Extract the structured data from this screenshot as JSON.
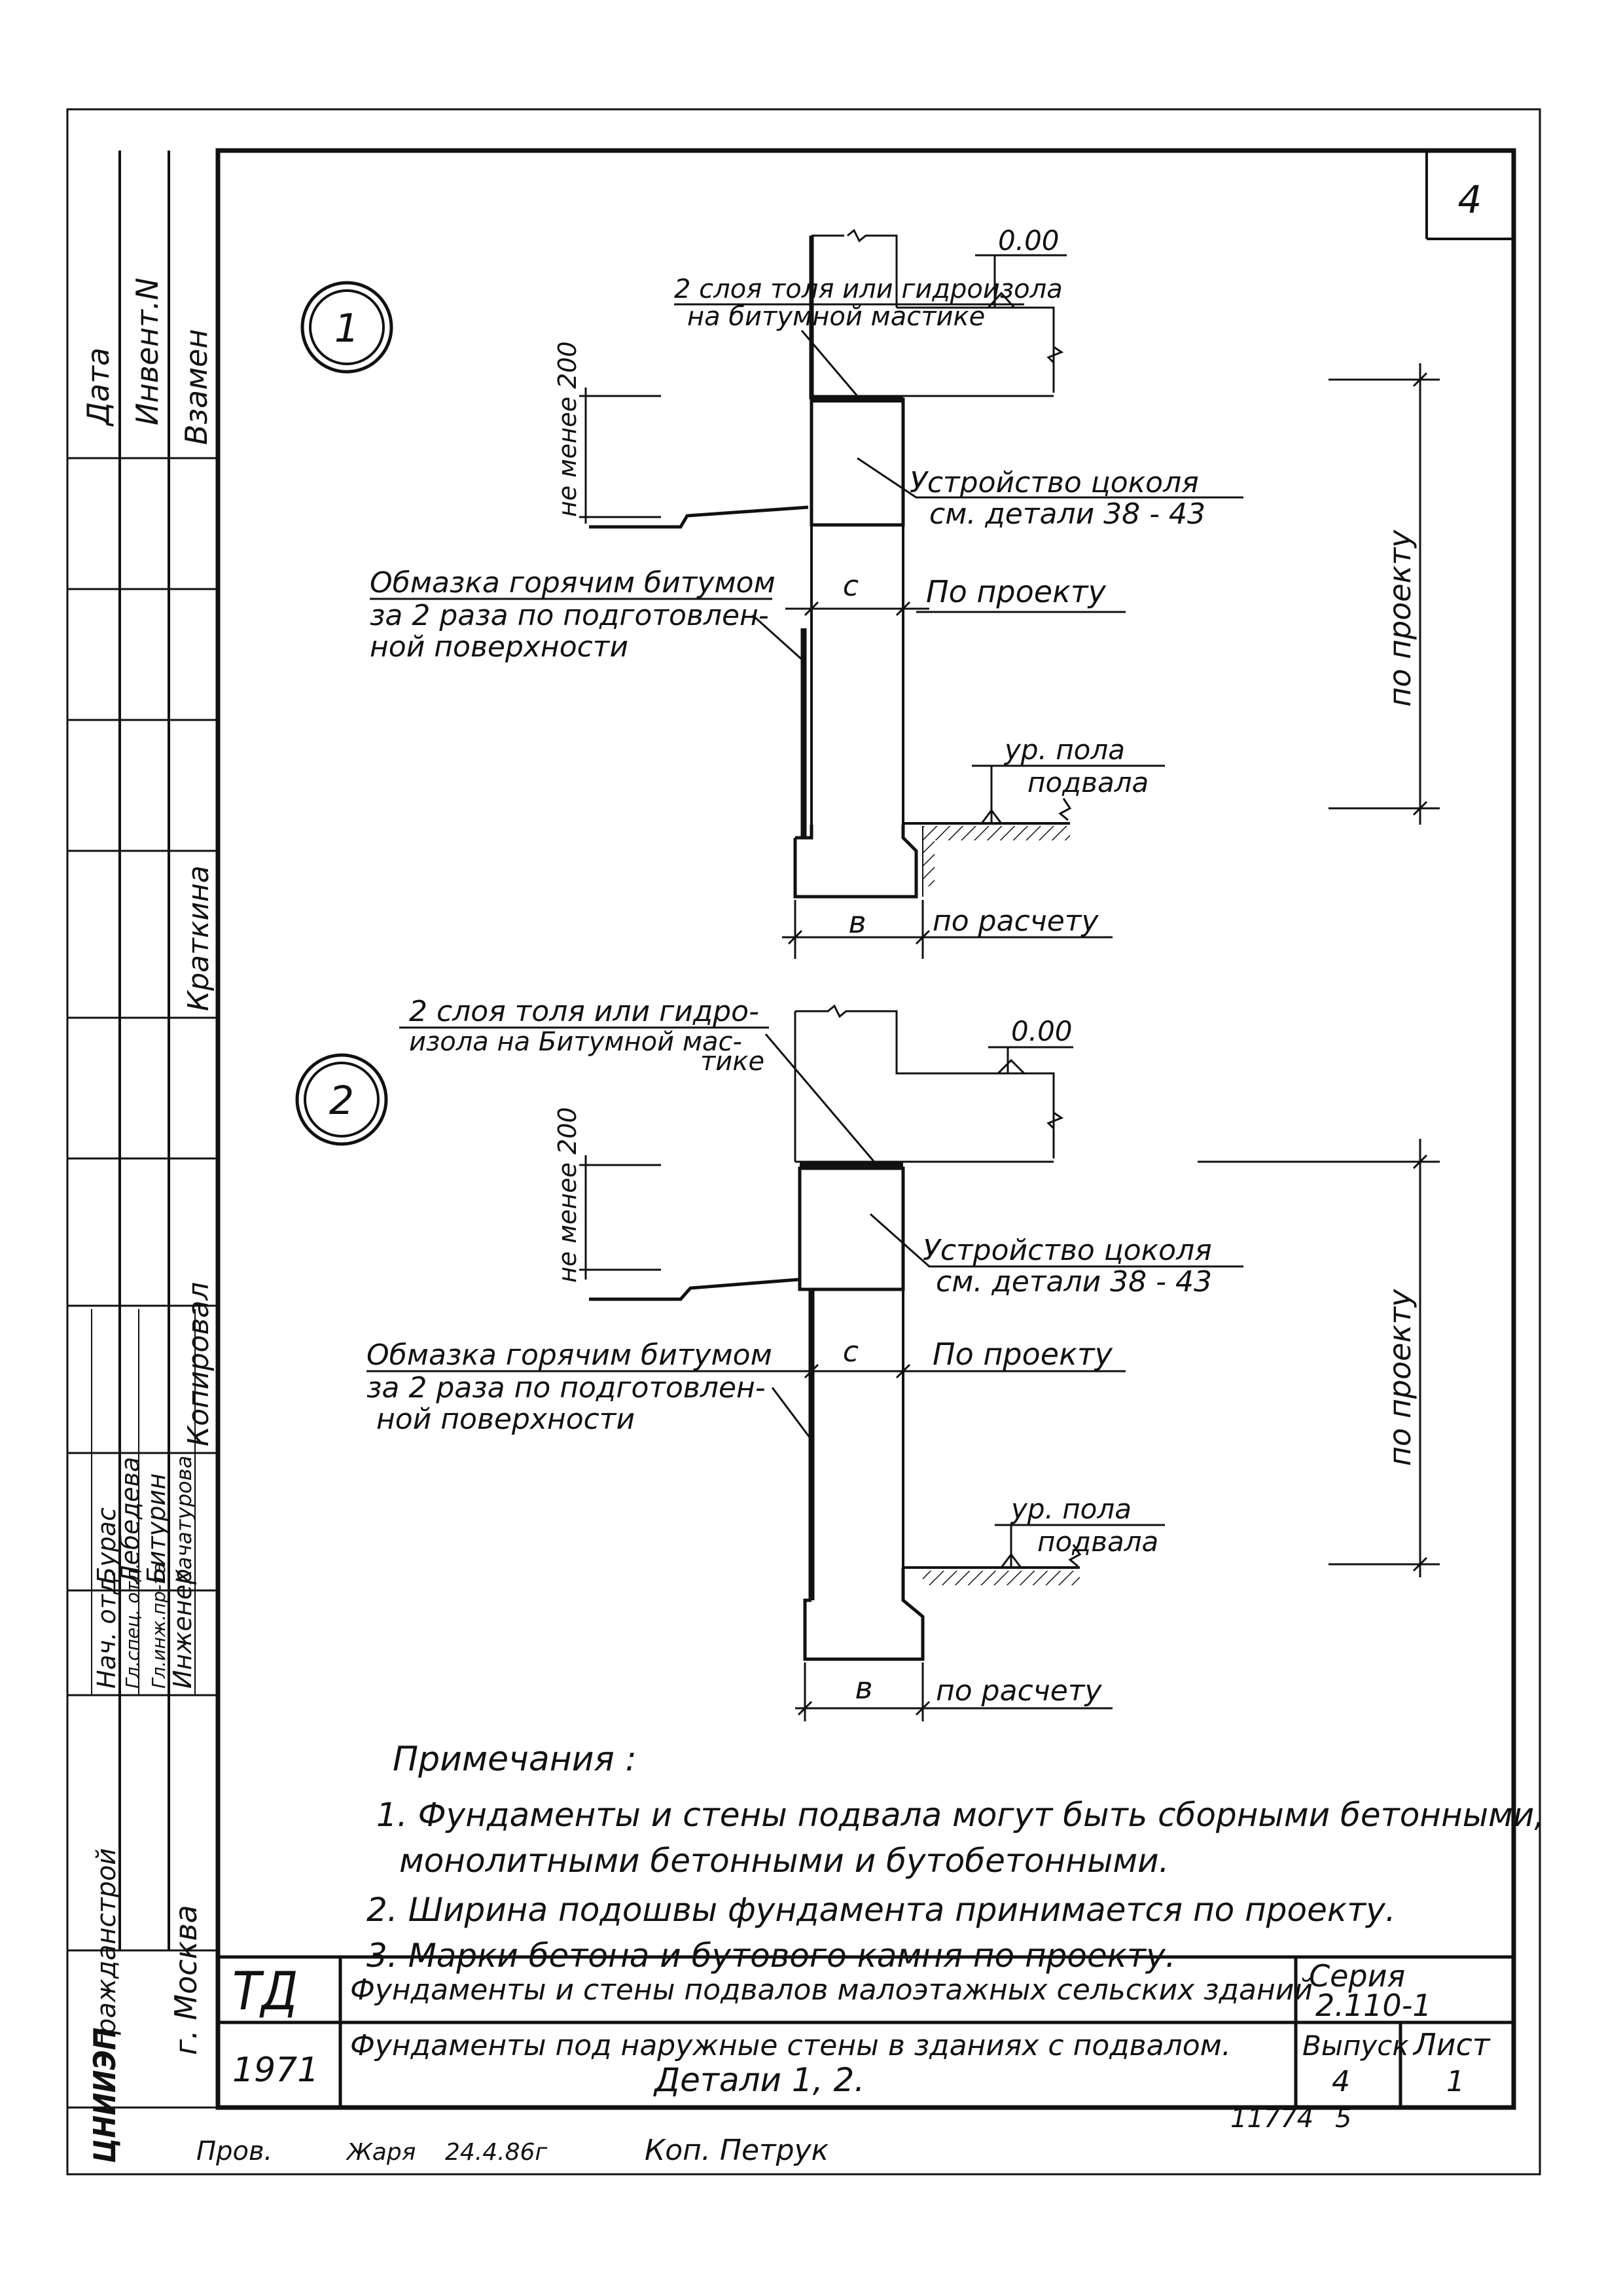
{
  "sheet_number": "4",
  "left_strip": {
    "headers": [
      "Дата",
      "Инвент.N",
      "Взамен"
    ],
    "name_kratkina": "Краткина",
    "label_copied": "Копировал",
    "roles": [
      "Нач. отд.",
      "Гл.спец. отд.",
      "Гл.инж.пр-та",
      "Инженер"
    ],
    "names": [
      "Бурас",
      "Лебедева",
      "Битурин",
      "Хачатурова"
    ],
    "organization": "ЦНИИЭП",
    "organization_tail": "гражданстрой",
    "city": "г. Москва"
  },
  "detail1": {
    "number": "1",
    "label_layers": [
      "2 слоя толя или гидроизола",
      "на битумной мастике"
    ],
    "elevation": "0.00",
    "label_min": "не менее 200",
    "label_plinth": [
      "Устройство цоколя",
      "см. детали 38 - 43"
    ],
    "label_coating": [
      "Обмазка горячим битумом",
      "за 2 раза по подготовлен-",
      "ной поверхности"
    ],
    "dim_c": "с",
    "label_by_project": "По проекту",
    "label_floor": [
      "ур. пола",
      "подвала"
    ],
    "dim_b": "в",
    "label_by_calc": "по расчету",
    "label_vertical": "по проекту"
  },
  "detail2": {
    "number": "2",
    "label_layers": [
      "2 слоя толя или гидро-",
      "изола на Битумной мас-",
      "тике"
    ],
    "elevation": "0.00",
    "label_min": "не менее 200",
    "label_plinth": [
      "Устройство цоколя",
      "см. детали 38 - 43"
    ],
    "label_coating": [
      "Обмазка горячим битумом",
      "за 2 раза по подготовлен-",
      "ной поверхности"
    ],
    "dim_c": "с",
    "label_by_project": "По проекту",
    "label_floor": [
      "ур. пола",
      "подвала"
    ],
    "dim_b": "в",
    "label_by_calc": "по расчету",
    "label_vertical": "по проекту"
  },
  "notes": {
    "title": "Примечания :",
    "items": [
      "1. Фундаменты и стены подвала могут быть сборными бетонными,",
      "монолитными бетонными и бутобетонными.",
      "2. Ширина подошвы фундамента принимается по проекту.",
      "3. Марки бетона и бутового камня по проекту."
    ]
  },
  "title_block": {
    "code": "ТД",
    "year": "1971",
    "title1": "Фундаменты и стены подвалов малоэтажных сельских зданий",
    "title2_line1": "Фундаменты под наружные стены в зданиях с подвалом.",
    "title2_line2": "Детали 1, 2.",
    "series_label": "Серия",
    "series_value": "2.110-1",
    "issue_label": "Выпуск",
    "issue_value": "4",
    "sheet_label": "Лист",
    "sheet_value": "1"
  },
  "footer": {
    "inventory": "11774",
    "page": "5",
    "checked": "Пров.",
    "signature": "Жаря",
    "date": "24.4.86г",
    "copied_by": "Коп. Петрук"
  }
}
